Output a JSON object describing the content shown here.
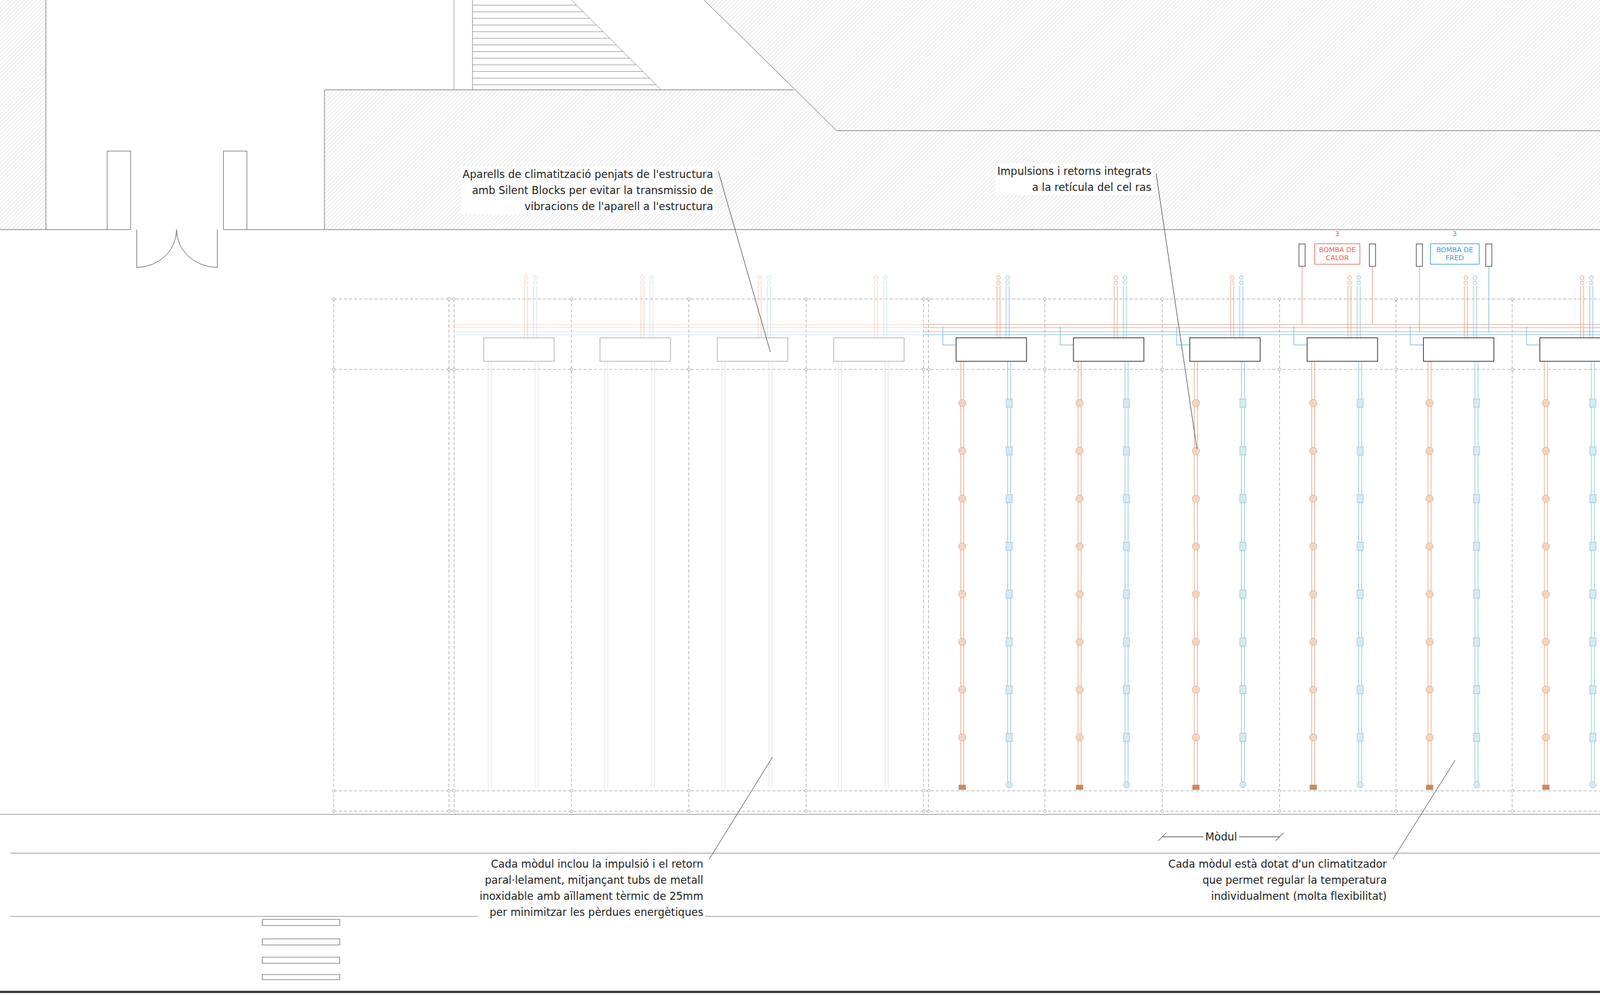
{
  "diagram": {
    "nodes": [
      {
        "text": [
          "BOMBA DE CALOR"
        ]
      },
      {
        "text": [
          "BOMBA DE FRED"
        ]
      }
    ],
    "labels": [
      "Aparells de climatització penjats de l'estructura amb Silent Blocks per evitar la transmissio de vibracions de l'aparell a l'estructura",
      "Impulsions i retorns integrats a la retícula del cel ras",
      "3",
      "3",
      "Mòdul",
      "Cada mòdul inclou la impulsió i el retorn paral·lelament, mitjançant tubs de metall inoxidable amb aïllament tèrmic de 25mm per minimitzar les pèrdues energètiques",
      "Cada mòdul està dotat d'un climatitzador que permet regular la temperatura individualment (molta flexibilitat)"
    ]
  }
}
